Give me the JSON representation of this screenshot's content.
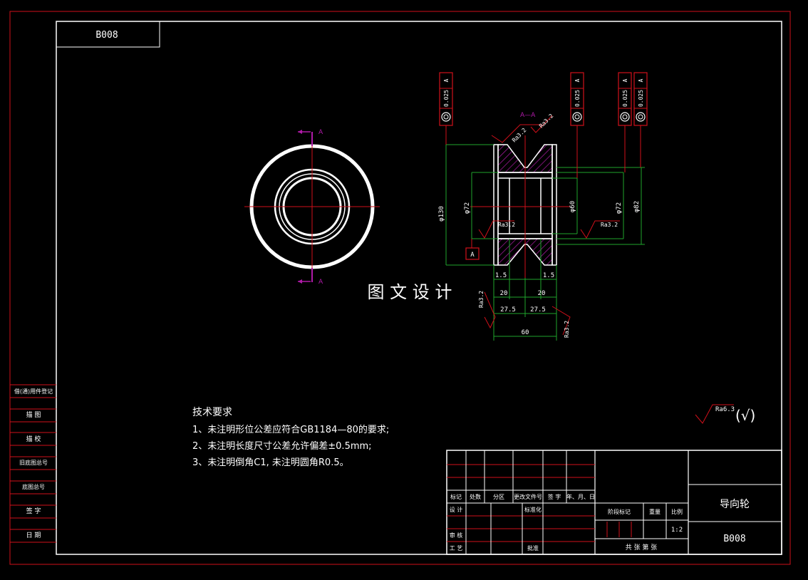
{
  "drawing_code_top": "B008",
  "section_label": "A—A",
  "section_mark": "A",
  "datum_label": "A",
  "tolerance_frames": [
    {
      "value": "0.025",
      "datum": "A"
    },
    {
      "value": "0.025",
      "datum": "A"
    },
    {
      "value": "0.025",
      "datum": "A"
    },
    {
      "value": "0.025",
      "datum": "A"
    }
  ],
  "dimensions": {
    "d130": "φ130",
    "d72a": "φ72",
    "d60": "φ60",
    "d72b": "φ72",
    "d82": "φ82",
    "w1_5a": "1.5",
    "w1_5b": "1.5",
    "w20a": "20",
    "w20b": "20",
    "w27_5a": "27.5",
    "w27_5b": "27.5",
    "w60": "60"
  },
  "roughness": {
    "ra_top1": "Ra3.2",
    "ra_top2": "Ra3.2",
    "ra_left": "Ra3.2",
    "ra_right": "Ra3.2",
    "ra_bottom_left": "Ra3.2",
    "ra_bottom_right": "Ra3.2",
    "ra_general": "Ra6.3",
    "ra_general_suffix": "(√)"
  },
  "watermark": "图 文 设 计",
  "tech_requirements": {
    "title": "技术要求",
    "items": [
      "1、未注明形位公差应符合GB1184—80的要求;",
      "2、未注明长度尺寸公差允许偏差±0.5mm;",
      "3、未注明倒角C1, 未注明圆角R0.5。"
    ]
  },
  "side_table": [
    "借(通)用件登记",
    "描 图",
    "描 校",
    "旧底图总号",
    "底图总号",
    "签 字",
    "日 期"
  ],
  "title_block": {
    "part_name": "导向轮",
    "drawing_code": "B008",
    "scale_label": "比例",
    "scale_value": "1:2",
    "weight_label": "重量",
    "stage_label": "阶段标记",
    "sheets": "共 张 第 张",
    "header_cols": [
      "标记",
      "处数",
      "分区",
      "更改文件号",
      "签 字",
      "年、月、日"
    ],
    "row_design": "设 计",
    "row_standard": "标准化",
    "row_review": "审 核",
    "row_process": "工 艺",
    "row_approve": "批准"
  }
}
